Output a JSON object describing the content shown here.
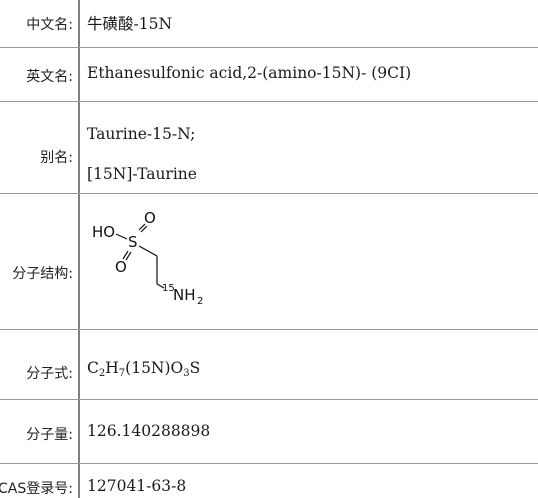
{
  "rows": {
    "cn_name": {
      "label": "中文名:",
      "value": "牛磺酸-15N"
    },
    "en_name": {
      "label": "英文名:",
      "value": "Ethanesulfonic acid,2-(amino-15N)- (9CI)"
    },
    "alias": {
      "label": "别名:",
      "values": [
        "Taurine-15-N;",
        "[15N]-Taurine"
      ]
    },
    "structure": {
      "label": "分子结构:",
      "atoms": {
        "ho": "HO",
        "s": "S",
        "o_top": "O",
        "o_bottom": "O",
        "iso": "15",
        "nh": "NH",
        "h_sub": "2"
      }
    },
    "formula": {
      "label": "分子式:",
      "parts": [
        "C",
        "2",
        "H",
        "7",
        "(15N)O",
        "3",
        "S"
      ]
    },
    "mass": {
      "label": "分子量:",
      "value": "126.140288898"
    },
    "cas": {
      "label": "CAS登录号:",
      "value": "127041-63-8"
    }
  }
}
